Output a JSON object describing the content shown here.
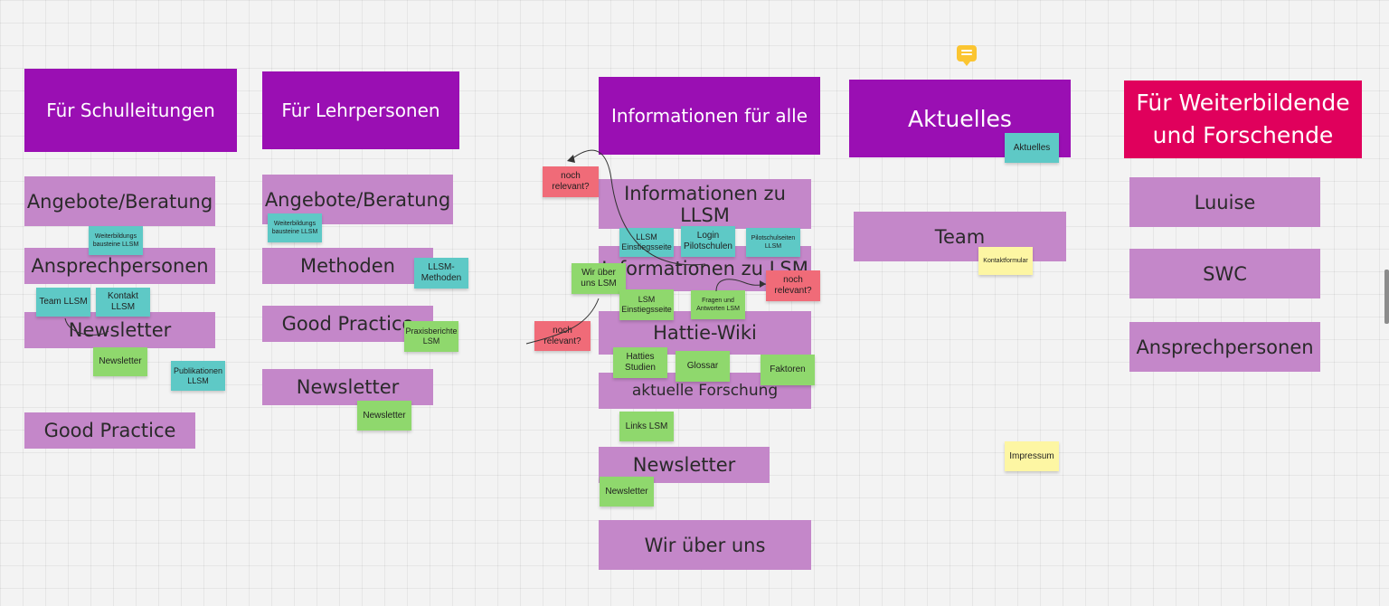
{
  "columns": {
    "schulleitungen": {
      "header": "Für Schulleitungen",
      "cards": [
        "Angebote/Beratung",
        "Ansprechpersonen",
        "Newsletter",
        "Good Practice"
      ],
      "notes": [
        "Weiterbildungs bausteine LLSM",
        "Team LLSM",
        "Kontakt LLSM",
        "Newsletter",
        "Publikationen LLSM"
      ]
    },
    "lehrpersonen": {
      "header": "Für Lehrpersonen",
      "cards": [
        "Angebote/Beratung",
        "Methoden",
        "Good Practice",
        "Newsletter"
      ],
      "notes": [
        "Weiterbildungs bausteine LLSM",
        "LLSM-Methoden",
        "Praxisberichte LSM",
        "Newsletter"
      ]
    },
    "alle": {
      "header": "Informationen für alle",
      "cards": [
        "Informationen zu LLSM",
        "Informationen zu LSM",
        "Hattie-Wiki",
        "aktuelle Forschung",
        "Newsletter",
        "Wir über uns"
      ],
      "notes": [
        "LLSM Einstiegsseite",
        "Login Pilotschulen",
        "Pilotschulseiten LLSM",
        "Wir über uns LSM",
        "LSM Einstiegsseite",
        "Fragen und Antworten LSM",
        "Hatties Studien",
        "Glossar",
        "Faktoren",
        "Links LSM",
        "Newsletter",
        "noch relevant?",
        "noch relevant?",
        "noch relevant?"
      ]
    },
    "aktuelles": {
      "header": "Aktuelles",
      "cards": [
        "Team"
      ],
      "notes": [
        "Aktuelles",
        "Kontaktformular",
        "Impressum"
      ]
    },
    "forschende": {
      "header": "Für Weiterbildende und Forschende",
      "cards": [
        "Luuise",
        "SWC",
        "Ansprechpersonen"
      ]
    }
  },
  "colors": {
    "header": "#9a0fb3",
    "header_pink": "#e0005c",
    "card": "#c487c9",
    "note_teal": "#5ec9c6",
    "note_green": "#8fd86d",
    "note_red": "#f06b78",
    "note_yellow": "#fdf6a3",
    "comment": "#fbc531"
  },
  "icons": {
    "comment": "comment-icon"
  }
}
